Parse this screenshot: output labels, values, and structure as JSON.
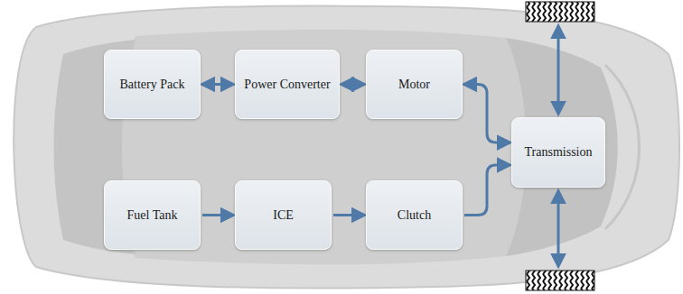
{
  "diagram": {
    "nodes": [
      {
        "text": [
          "Battery Pack"
        ]
      },
      {
        "text": [
          "Power Converter"
        ]
      },
      {
        "text": [
          "Motor"
        ]
      },
      {
        "text": [
          "Fuel Tank"
        ]
      },
      {
        "text": [
          "ICE"
        ]
      },
      {
        "text": [
          "Clutch"
        ]
      },
      {
        "text": [
          "Transmission"
        ]
      }
    ],
    "edges": [
      {
        "from": 0,
        "to": 1,
        "arrow": "both"
      },
      {
        "from": 1,
        "to": 2,
        "arrow": "both"
      },
      {
        "from": 2,
        "to": 6,
        "arrow": "both"
      },
      {
        "from": 3,
        "to": 4,
        "arrow": "to"
      },
      {
        "from": 4,
        "to": 5,
        "arrow": "to"
      },
      {
        "from": 5,
        "to": 6,
        "arrow": "to"
      }
    ]
  }
}
